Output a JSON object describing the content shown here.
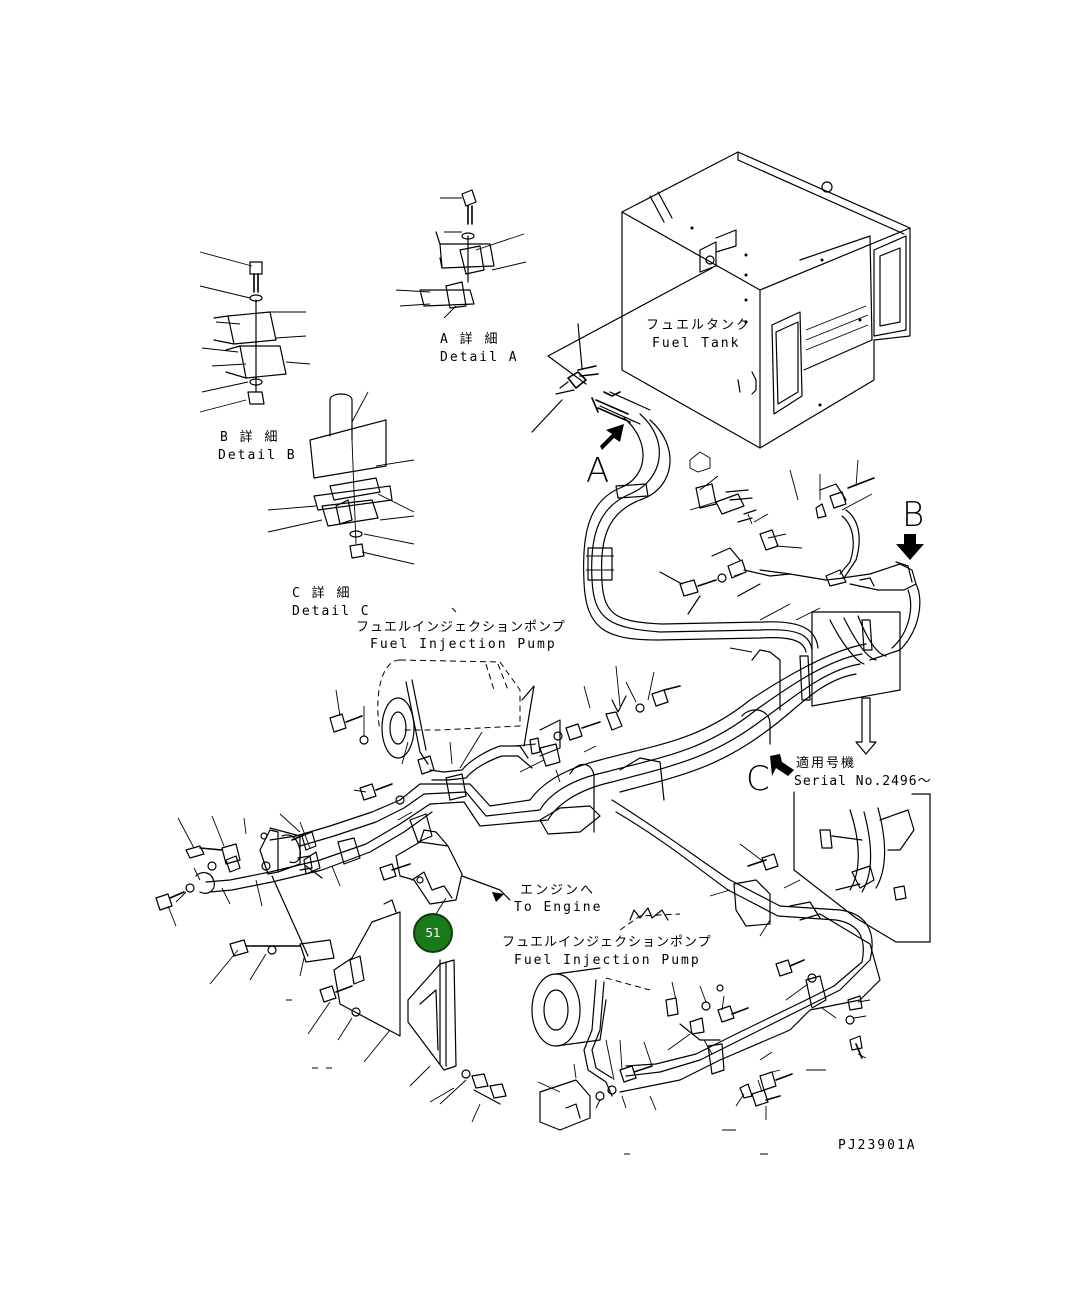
{
  "labels": {
    "tank_jp": "フュエルタンク",
    "tank_en": "Fuel Tank",
    "detail_a_jp": "A 詳 細",
    "detail_a_en": "Detail A",
    "detail_b_jp": "B 詳 細",
    "detail_b_en": "Detail B",
    "detail_c_jp": "C 詳 細",
    "detail_c_en": "Detail C",
    "pump1_jp": "フュエルインジェクションポンプ",
    "pump1_en": "Fuel Injection Pump",
    "pump2_jp": "フュエルインジェクションポンプ",
    "pump2_en": "Fuel Injection Pump",
    "engine_jp": "エンジンへ",
    "engine_en": "To Engine",
    "serial_jp": "適用号機",
    "serial_en": "Serial No.2496～",
    "drawing_id": "PJ23901A"
  },
  "view_letters": {
    "a": "A",
    "b": "B",
    "c": "C"
  },
  "callouts": [
    {
      "number": "51"
    }
  ]
}
